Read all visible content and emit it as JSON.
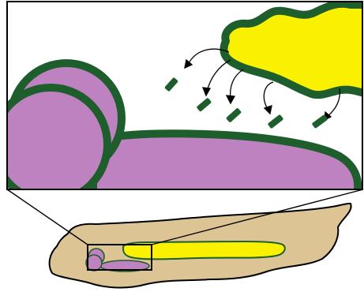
{
  "colors": {
    "background": "#ffffff",
    "outline": "#000000",
    "body_tan": "#dcc494",
    "membrane_green": "#1e5e2c",
    "cell_purple": "#bf82c0",
    "cell_yellow": "#f9f100"
  },
  "icons": {
    "inset_frame": "magnified-inset-frame",
    "zoom_region": "zoom-region-box",
    "arrow": "curved-arrow",
    "particle": "rod-particle"
  }
}
